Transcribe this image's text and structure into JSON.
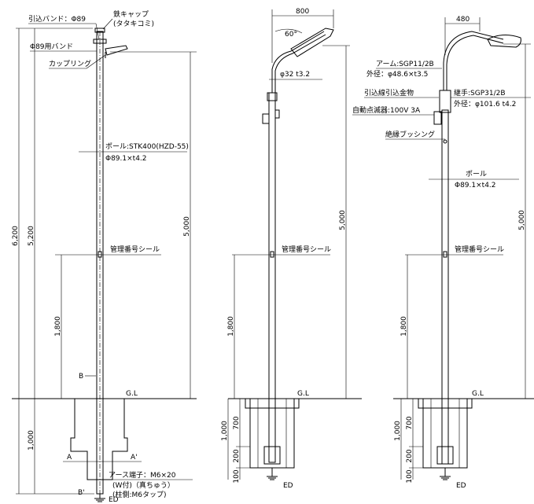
{
  "pole1": {
    "labels": {
      "pull_in_band": "引込バンド：Φ89",
      "iron_cap": "鉄キャップ",
      "iron_cap_note": "(タタキコミ)",
      "band_89": "Φ89用バンド",
      "coupling": "カップリング",
      "pole_spec": "ポール:STK400(HZD-55)",
      "pole_dim": "Φ89.1×t4.2",
      "mgmt_seal": "管理番号シール",
      "mark_b": "B",
      "mark_b_prime": "B'",
      "mark_a": "A",
      "mark_a_prime": "A'",
      "earth_terminal": "アース端子：M6×20",
      "earth_w": "(W付)（真ちゅう）",
      "earth_tap": "(柱側:M6タップ)",
      "ed": "ED",
      "gl": "G.L"
    },
    "dims": {
      "total": "6,200",
      "above_gl": "5,200",
      "pole_5000": "5,000",
      "seal_height": "1,800",
      "embed": "1,000"
    }
  },
  "pole2": {
    "labels": {
      "reach": "800",
      "angle": "60°",
      "arm": "φ32 t3.2",
      "mgmt_seal": "管理番号シール",
      "gl": "G.L",
      "ed": "ED"
    },
    "dims": {
      "height": "5,000",
      "seal_height": "1,800",
      "embed": "1,000",
      "f700": "700",
      "f200": "200",
      "f100": "100"
    }
  },
  "pole3": {
    "labels": {
      "reach": "480",
      "arm_spec": "アーム:SGP11/2B",
      "arm_dim": "外径：φ48.6×t3.5",
      "pull_in_fitting": "引込線引込金物",
      "auto_switch": "自動点滅器:100V 3A",
      "joint_spec": "継手:SGP31/2B",
      "joint_dim": "外径：φ101.6 t4.2",
      "bushing": "絶縁ブッシング",
      "pole_label": "ポール",
      "pole_dim": "Φ89.1×t4.2",
      "mgmt_seal": "管理番号シール",
      "gl": "G.L",
      "ed": "ED"
    },
    "dims": {
      "height": "5,000",
      "seal_height": "1,800",
      "embed": "1,000",
      "f700": "700",
      "f200": "200",
      "f100": "100"
    }
  }
}
